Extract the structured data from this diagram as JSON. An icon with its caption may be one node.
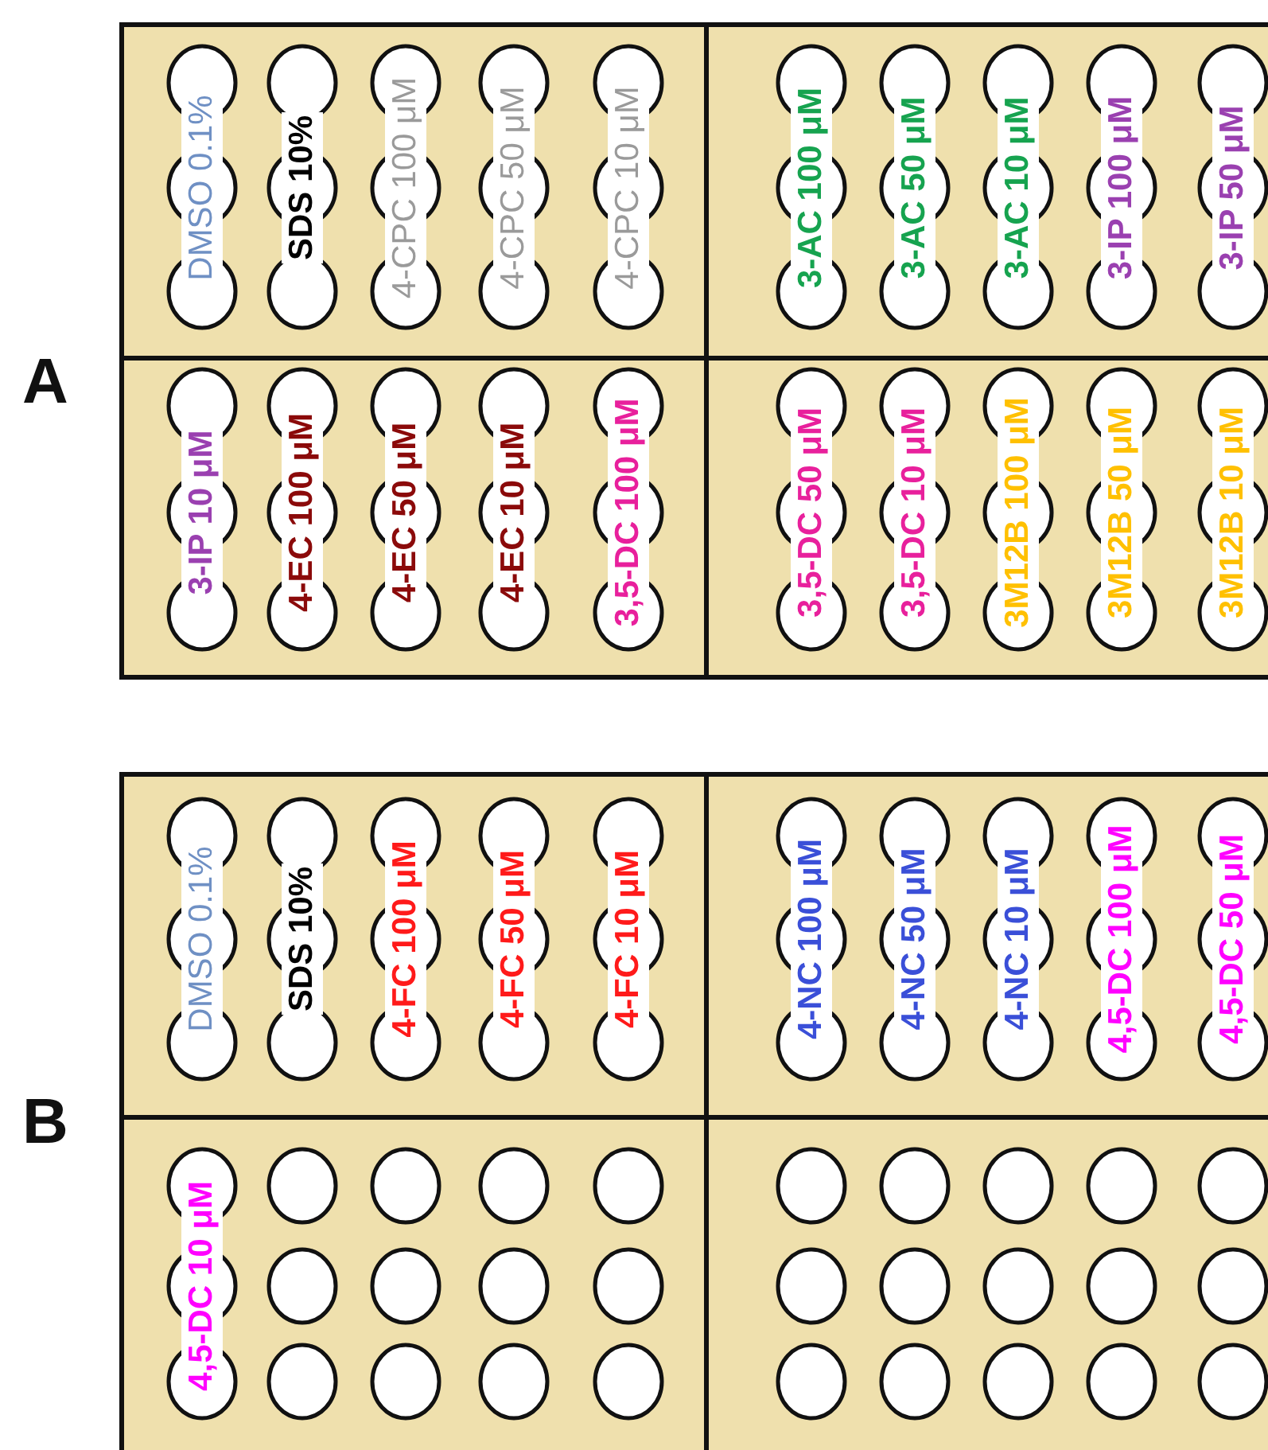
{
  "diagram": {
    "labels": [
      "A",
      "DMSO 0.1%",
      "SDS 10%",
      "4-CPC 100 μM",
      "4-CPC 50 μM",
      "4-CPC 10 μM",
      "3-AC 100 μM",
      "3-AC 50 μM",
      "3-AC 10 μM",
      "3-IP 100 μM",
      "3-IP 50 μM",
      "3-IP 10 μM",
      "4-EC 100 μM",
      "4-EC 50 μM",
      "4-EC 10 μM",
      "3,5-DC 100 μM",
      "3,5-DC 50 μM",
      "3,5-DC 10 μM",
      "3M12B 100 μM",
      "3M12B 50 μM",
      "3M12B 10 μM",
      "B",
      "DMSO 0.1%",
      "SDS 10%",
      "4-FC 100 μM",
      "4-FC 50 μM",
      "4-FC 10 μM",
      "4-NC 100 μM",
      "4-NC 50 μM",
      "4-NC 10 μM",
      "4,5-DC 100 μM",
      "4,5-DC 50 μM",
      "4,5-DC 10 μM"
    ]
  }
}
